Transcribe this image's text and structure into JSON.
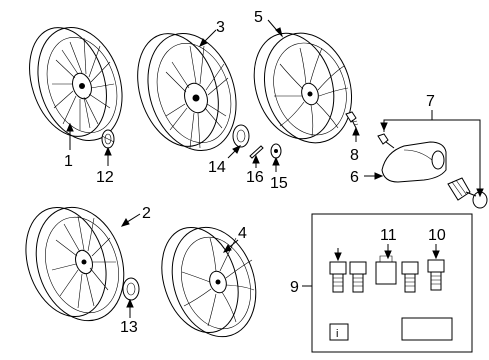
{
  "diagram": {
    "callouts": {
      "c1": "1",
      "c2": "2",
      "c3": "3",
      "c4": "4",
      "c5": "5",
      "c6": "6",
      "c7": "7",
      "c8": "8",
      "c9": "9",
      "c10": "10",
      "c11": "11",
      "c12": "12",
      "c13": "13",
      "c14": "14",
      "c15": "15",
      "c16": "16"
    },
    "info_icon_glyph": "i"
  }
}
